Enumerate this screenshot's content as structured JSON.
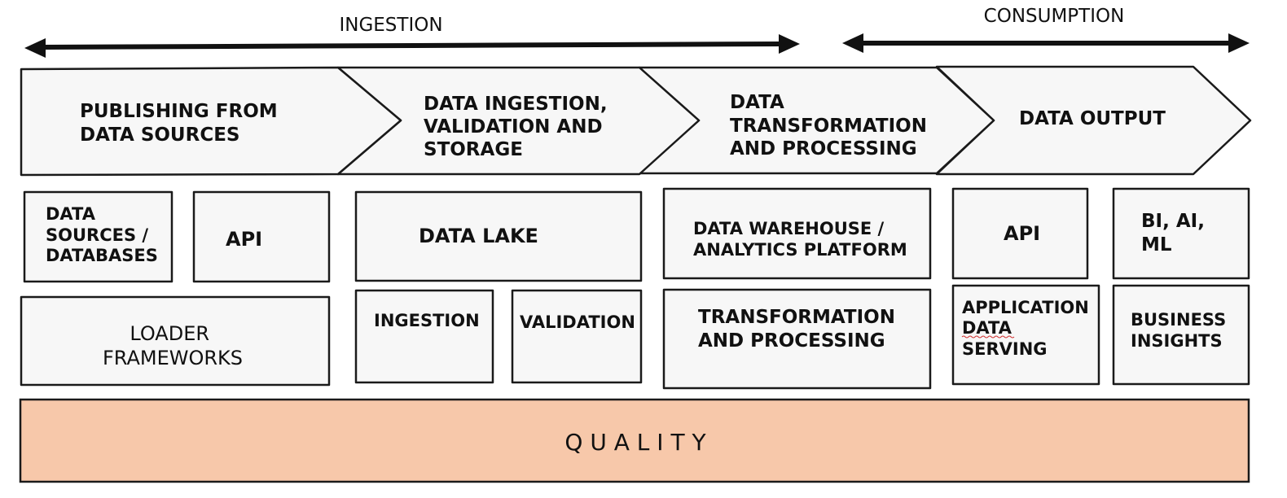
{
  "phases": {
    "ingestion": "INGESTION",
    "consumption": "CONSUMPTION"
  },
  "stages": [
    {
      "lines": [
        "PUBLISHING FROM",
        "DATA SOURCES"
      ]
    },
    {
      "lines": [
        "DATA INGESTION,",
        "VALIDATION AND",
        "STORAGE"
      ]
    },
    {
      "lines": [
        "DATA",
        "TRANSFORMATION",
        "AND PROCESSING"
      ]
    },
    {
      "lines": [
        "DATA OUTPUT"
      ]
    }
  ],
  "components_row1": [
    {
      "lines": [
        "DATA",
        "SOURCES /",
        "DATABASES"
      ]
    },
    {
      "lines": [
        "API"
      ]
    },
    {
      "lines": [
        "DATA LAKE"
      ]
    },
    {
      "lines": [
        "DATA WAREHOUSE /",
        "ANALYTICS PLATFORM"
      ]
    },
    {
      "lines": [
        "API"
      ]
    },
    {
      "lines": [
        "BI, AI,",
        "ML"
      ]
    }
  ],
  "components_row2": [
    {
      "lines": [
        "LOADER",
        "FRAMEWORKS"
      ]
    },
    {
      "lines": [
        "INGESTION"
      ]
    },
    {
      "lines": [
        "VALIDATION"
      ]
    },
    {
      "lines": [
        "TRANSFORMATION",
        "AND PROCESSING"
      ]
    },
    {
      "lines": [
        "APPLICATION",
        "DATA",
        "SERVING"
      ]
    },
    {
      "lines": [
        "BUSINESS",
        "INSIGHTS"
      ]
    }
  ],
  "quality": {
    "label": "Q U A L I T Y",
    "color": "#f7c8aa"
  }
}
